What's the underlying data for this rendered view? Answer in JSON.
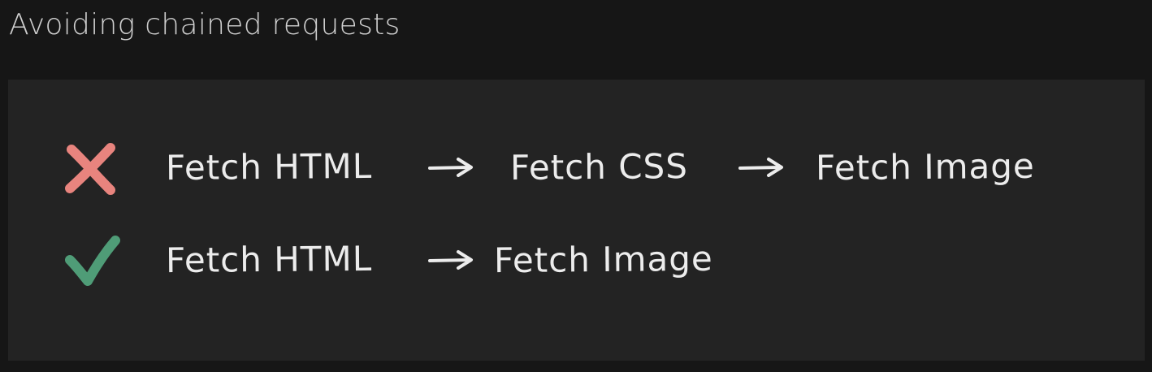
{
  "heading": "Avoiding chained requests",
  "rows": [
    {
      "status": "bad",
      "icon": "cross-icon",
      "icon_color": "#e8847e",
      "steps": [
        "Fetch HTML",
        "Fetch CSS",
        "Fetch Image"
      ]
    },
    {
      "status": "good",
      "icon": "check-icon",
      "icon_color": "#4f9c77",
      "steps": [
        "Fetch HTML",
        "Fetch Image"
      ]
    }
  ],
  "colors": {
    "background": "#161616",
    "panel": "#232323",
    "text": "#ececec",
    "heading": "#cfcfcf"
  }
}
